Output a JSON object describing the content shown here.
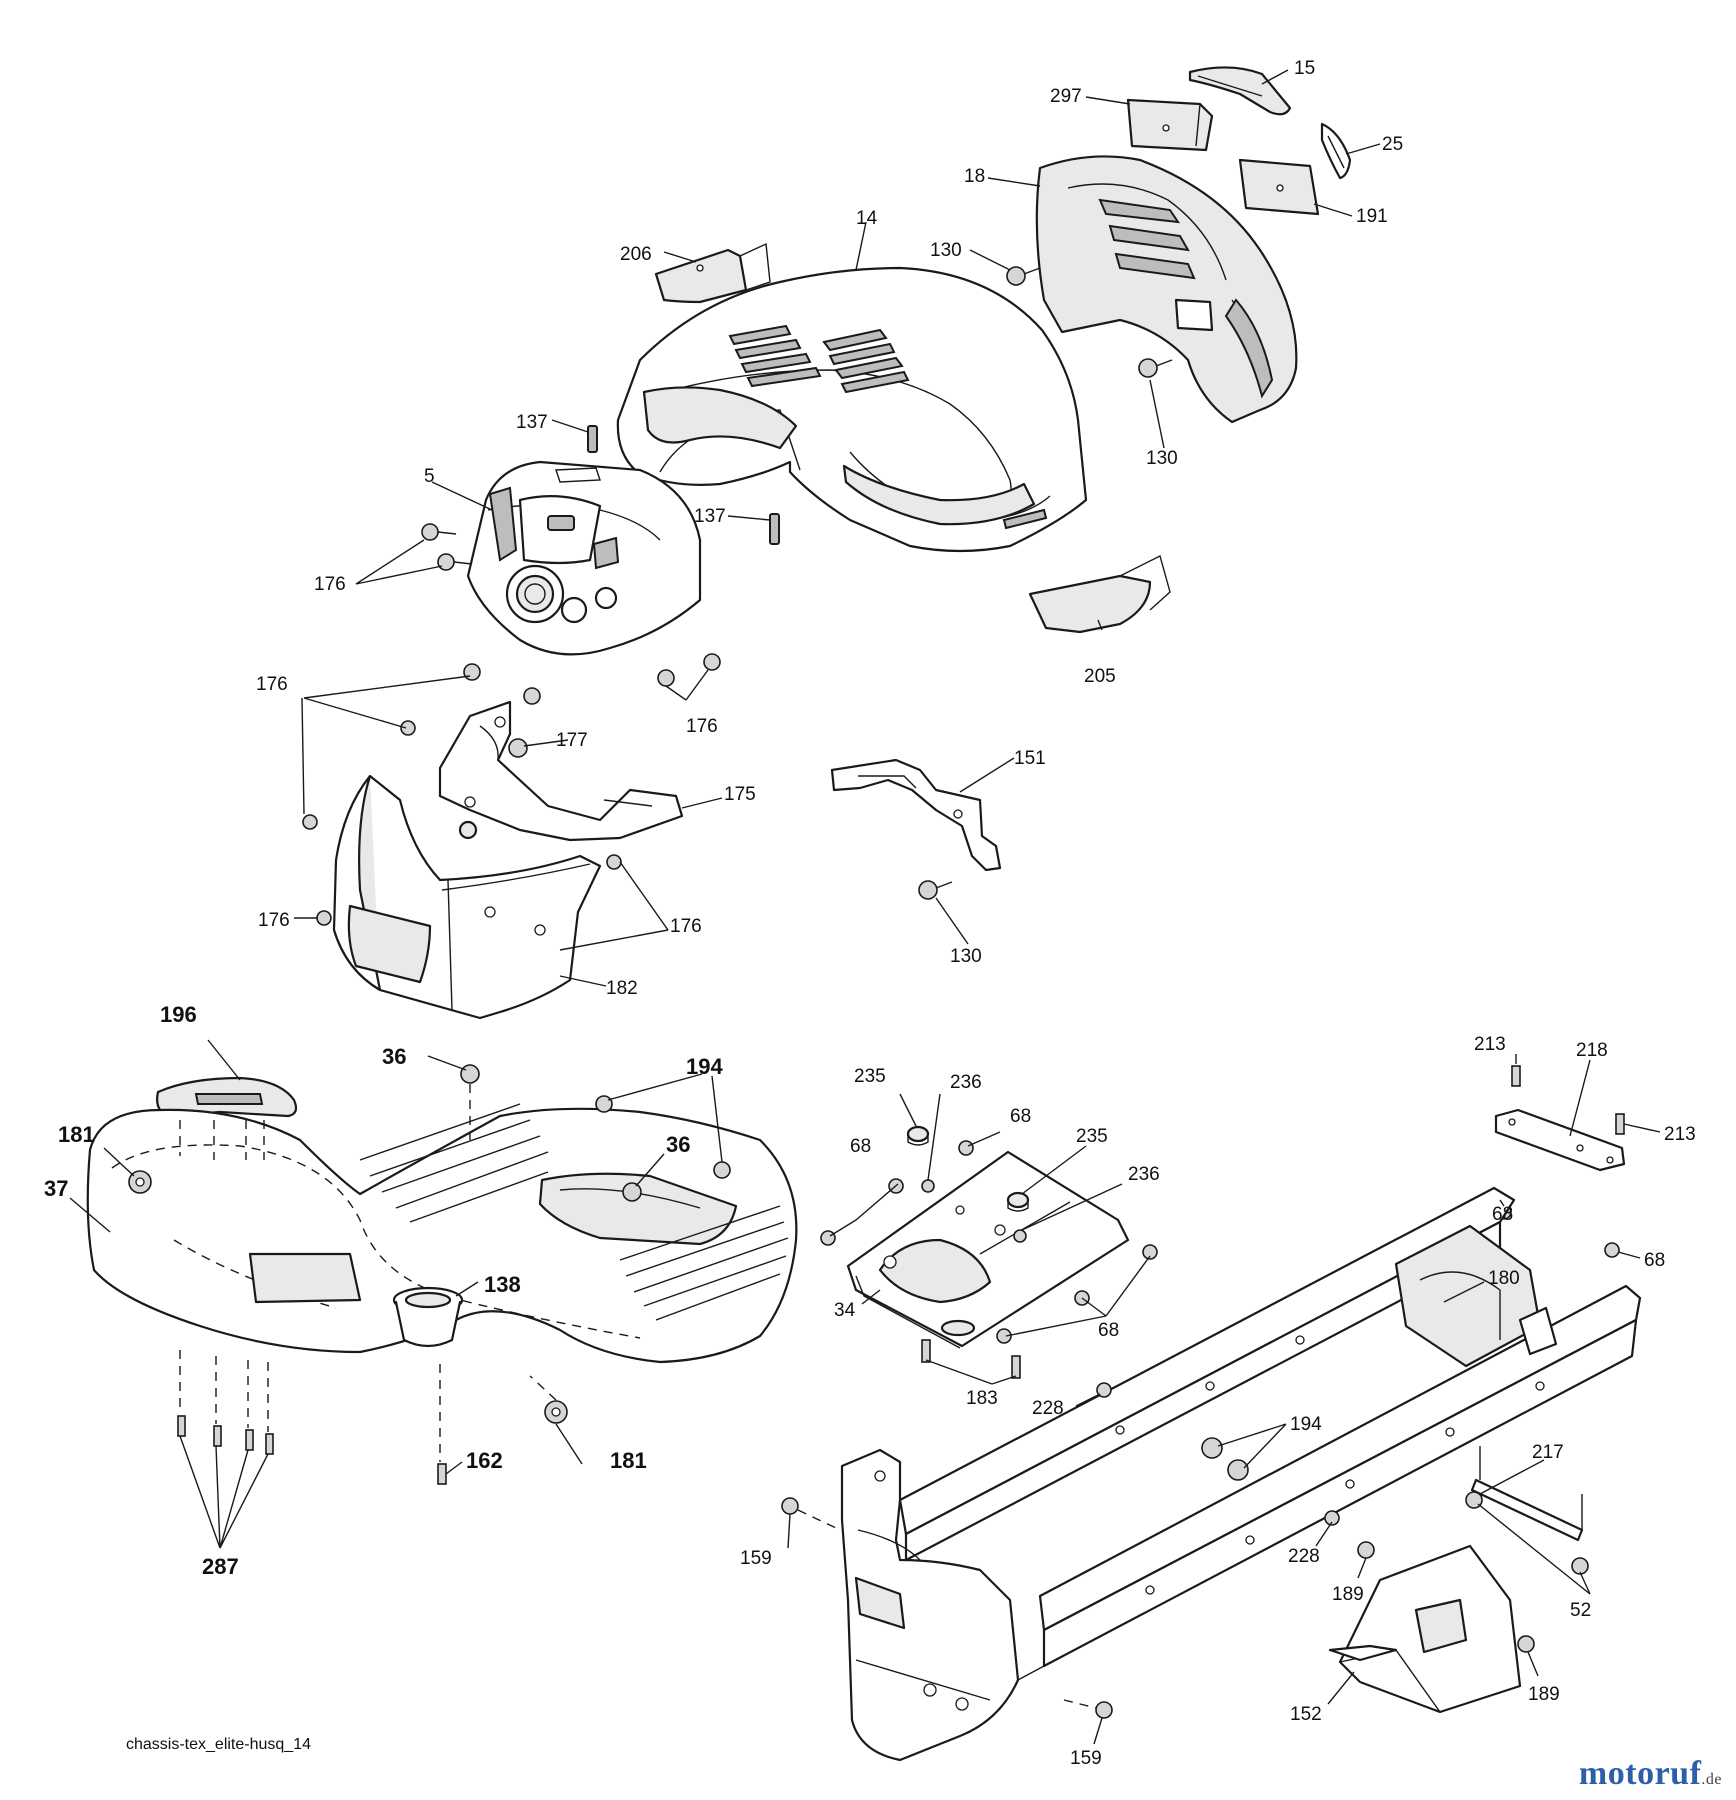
{
  "figure": {
    "footer_code": "chassis-tex_elite-husq_14",
    "watermark": {
      "name": "motoruf",
      "tld": ".de",
      "color": "#2c5fa8"
    }
  },
  "callouts": {
    "c15": "15",
    "c297": "297",
    "c25": "25",
    "c18": "18",
    "c191": "191",
    "c14": "14",
    "c206": "206",
    "c130a": "130",
    "c130b": "130",
    "c130c": "130",
    "c137a": "137",
    "c137b": "137",
    "c5": "5",
    "c176a": "176",
    "c176b": "176",
    "c176c": "176",
    "c176d": "176",
    "c176e": "176",
    "c205": "205",
    "c177": "177",
    "c175": "175",
    "c151": "151",
    "c182": "182",
    "c196": "196",
    "c36a": "36",
    "c36b": "36",
    "c194a": "194",
    "c194b": "194",
    "c181a": "181",
    "c181b": "181",
    "c37": "37",
    "c138": "138",
    "c162": "162",
    "c287": "287",
    "c235a": "235",
    "c235b": "235",
    "c236a": "236",
    "c236b": "236",
    "c68a": "68",
    "c68b": "68",
    "c68c": "68",
    "c68d": "68",
    "c68e": "68",
    "c34": "34",
    "c183": "183",
    "c213a": "213",
    "c213b": "213",
    "c218": "218",
    "c180": "180",
    "c228a": "228",
    "c228b": "228",
    "c217": "217",
    "c159a": "159",
    "c159b": "159",
    "c189a": "189",
    "c189b": "189",
    "c52": "52",
    "c152": "152"
  }
}
